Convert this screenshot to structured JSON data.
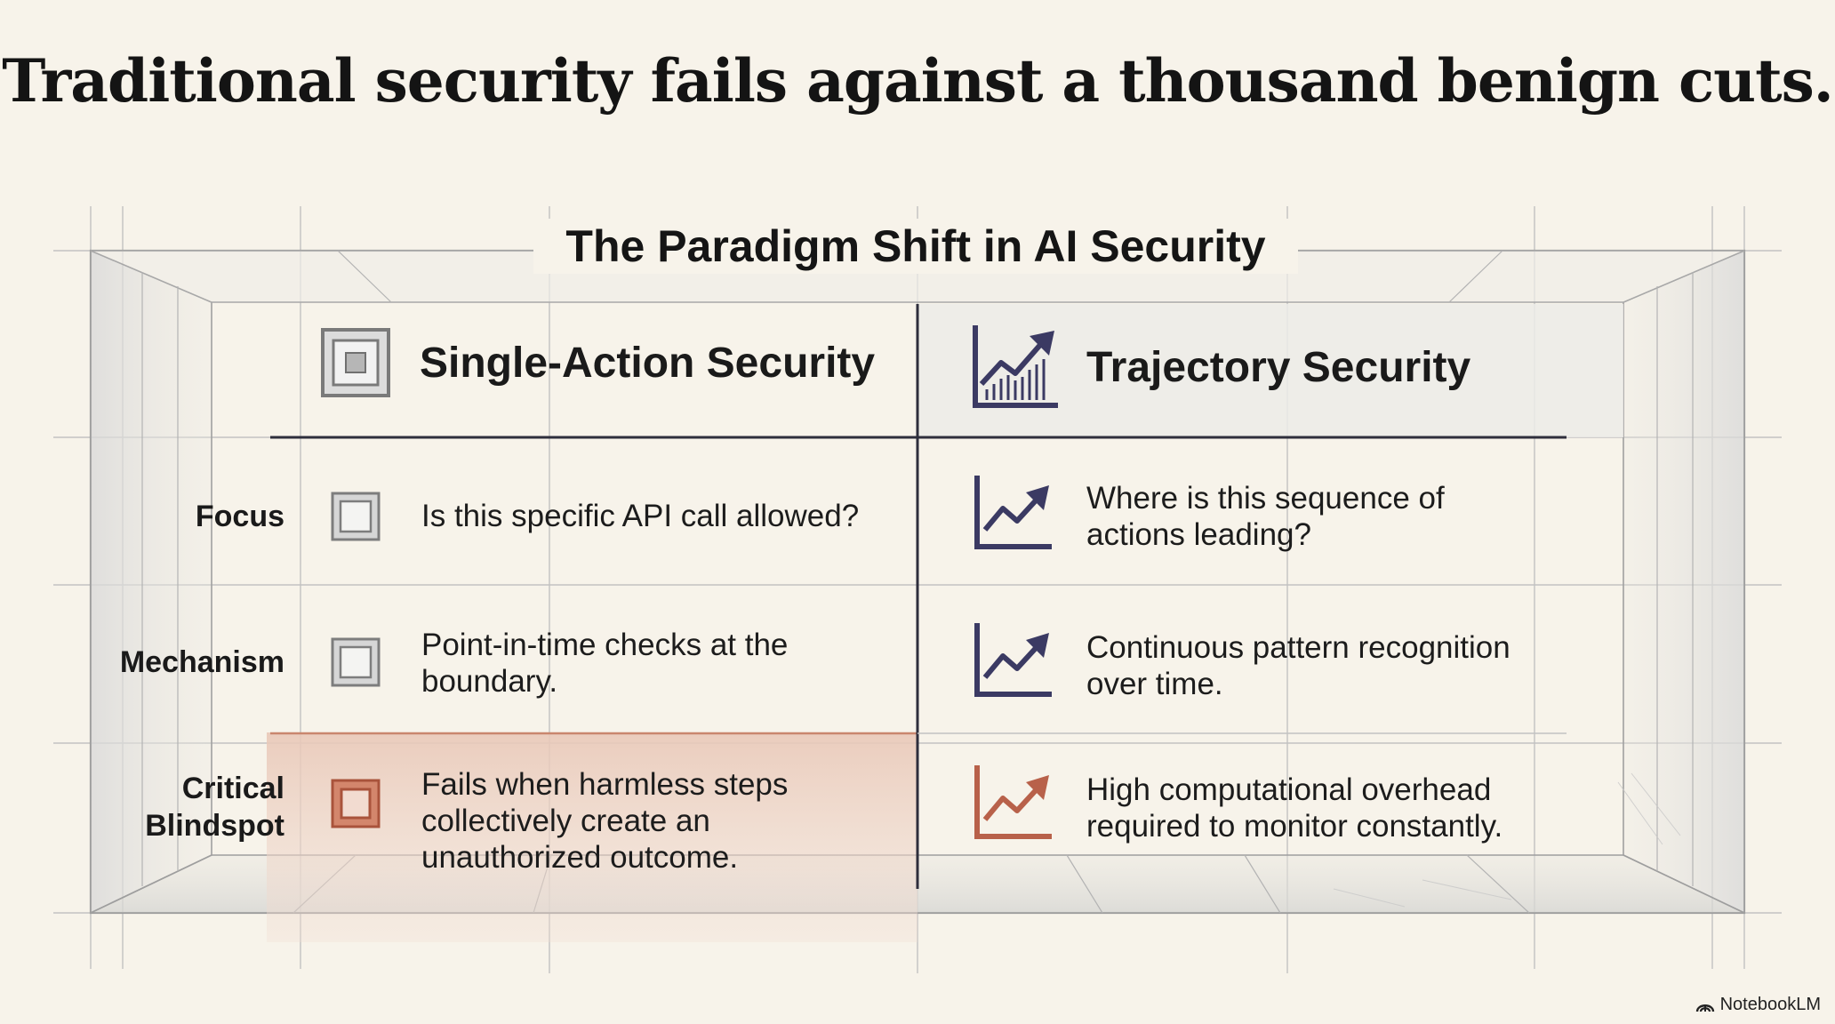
{
  "title": "Traditional security fails against a thousand benign cuts.",
  "diagram": {
    "title": "The Paradigm Shift in AI Security",
    "columns": [
      {
        "label": "Single-Action Security",
        "icon": "nested-square-icon"
      },
      {
        "label": "Trajectory Security",
        "icon": "bar-chart-trend-icon"
      }
    ],
    "rows": [
      {
        "label": "Focus",
        "left": "Is this specific API call allowed?",
        "right_line1": "Where is this sequence of",
        "right_line2": "actions leading?"
      },
      {
        "label": "Mechanism",
        "left_line1": "Point-in-time checks at the",
        "left_line2": "boundary.",
        "right_line1": "Continuous pattern recognition",
        "right_line2": "over time."
      },
      {
        "label_line1": "Critical",
        "label_line2": "Blindspot",
        "left_line1": "Fails when harmless steps",
        "left_line2": "collectively create an",
        "left_line3": "unauthorized outcome.",
        "right_line1": "High computational overhead",
        "right_line2": "required to monitor constantly."
      }
    ],
    "colors": {
      "navy": "#3b3a63",
      "gray": "#8c8c8c",
      "accent": "#b8614a",
      "highlight": "#eed7cb"
    }
  },
  "footer": {
    "brand": "NotebookLM",
    "icon": "notebooklm-logo-icon"
  }
}
